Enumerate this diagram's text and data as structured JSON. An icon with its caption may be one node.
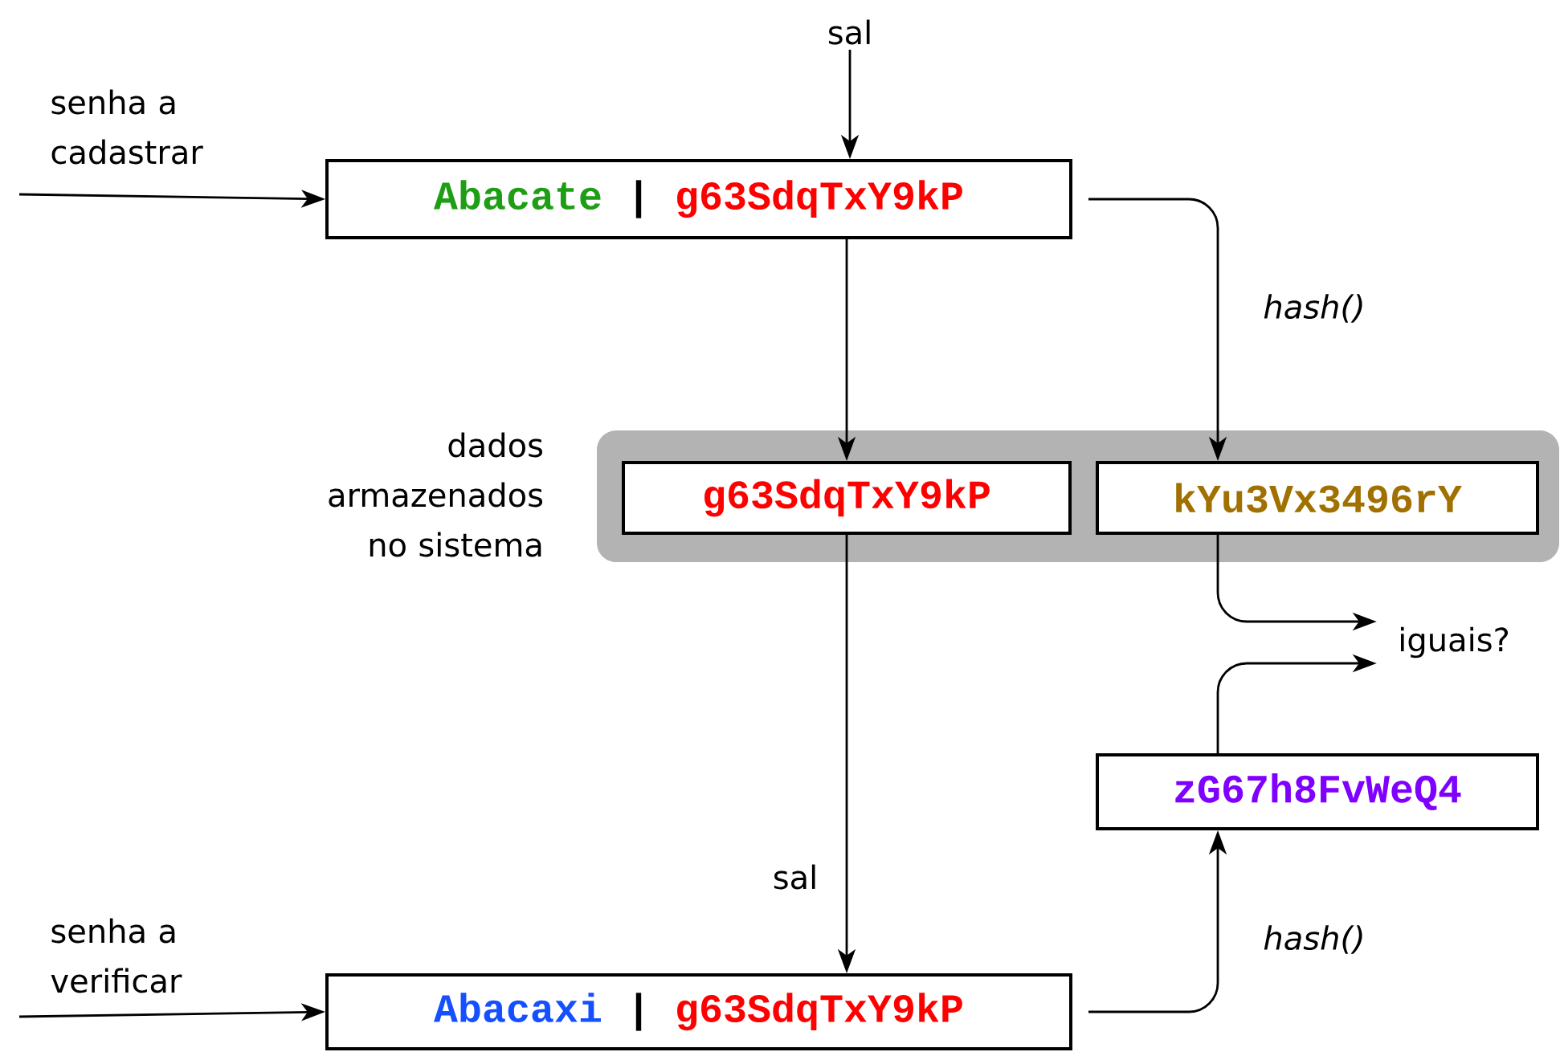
{
  "diagram": {
    "nodes": [
      {
        "text": [
          "sal"
        ]
      },
      {
        "text": [
          "Abacate",
          "|",
          "g63SdqTxY9kP"
        ]
      },
      {
        "text": [
          "dados armazenados no sistema"
        ]
      },
      {
        "text": [
          "g63SdqTxY9kP"
        ],
        "in": 2
      },
      {
        "text": [
          "kYu3Vx3496rY"
        ],
        "in": 2
      },
      {
        "text": [
          "iguais?"
        ]
      },
      {
        "text": [
          "zG67h8FvWeQ4"
        ]
      },
      {
        "text": [
          "Abacaxi",
          "|",
          "g63SdqTxY9kP"
        ]
      }
    ],
    "edges": [
      {
        "from": null,
        "to": 1,
        "arrow": "to",
        "label": "senha a cadastrar"
      },
      {
        "from": 0,
        "to": 1,
        "arrow": "to"
      },
      {
        "from": 1,
        "to": 3,
        "arrow": "to"
      },
      {
        "from": 1,
        "to": 4,
        "arrow": "to",
        "label": "hash()"
      },
      {
        "from": 4,
        "to": 5,
        "arrow": "to"
      },
      {
        "from": 6,
        "to": 5,
        "arrow": "to"
      },
      {
        "from": 3,
        "to": 7,
        "arrow": "to",
        "label": "sal"
      },
      {
        "from": null,
        "to": 7,
        "arrow": "to",
        "label": "senha a verificar"
      },
      {
        "from": 7,
        "to": 6,
        "arrow": "to",
        "label": "hash()"
      }
    ]
  }
}
